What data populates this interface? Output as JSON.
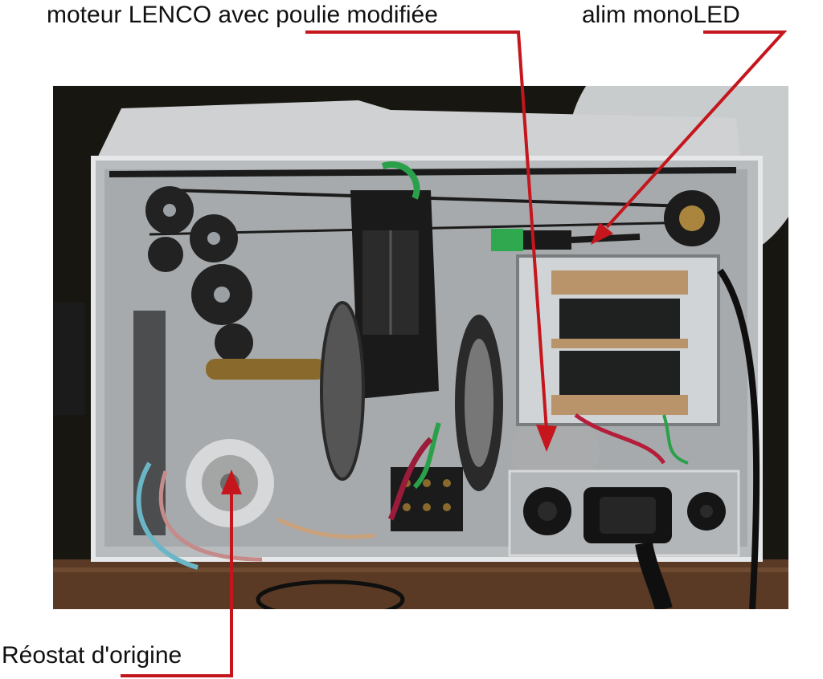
{
  "labels": {
    "motor": "moteur LENCO avec poulie modifiée",
    "alim": "alim monoLED",
    "reostat": "Réostat d'origine"
  },
  "colors": {
    "annotation": "#c4161c",
    "chassis": "#b9bcbf",
    "background": "#ffffff"
  }
}
